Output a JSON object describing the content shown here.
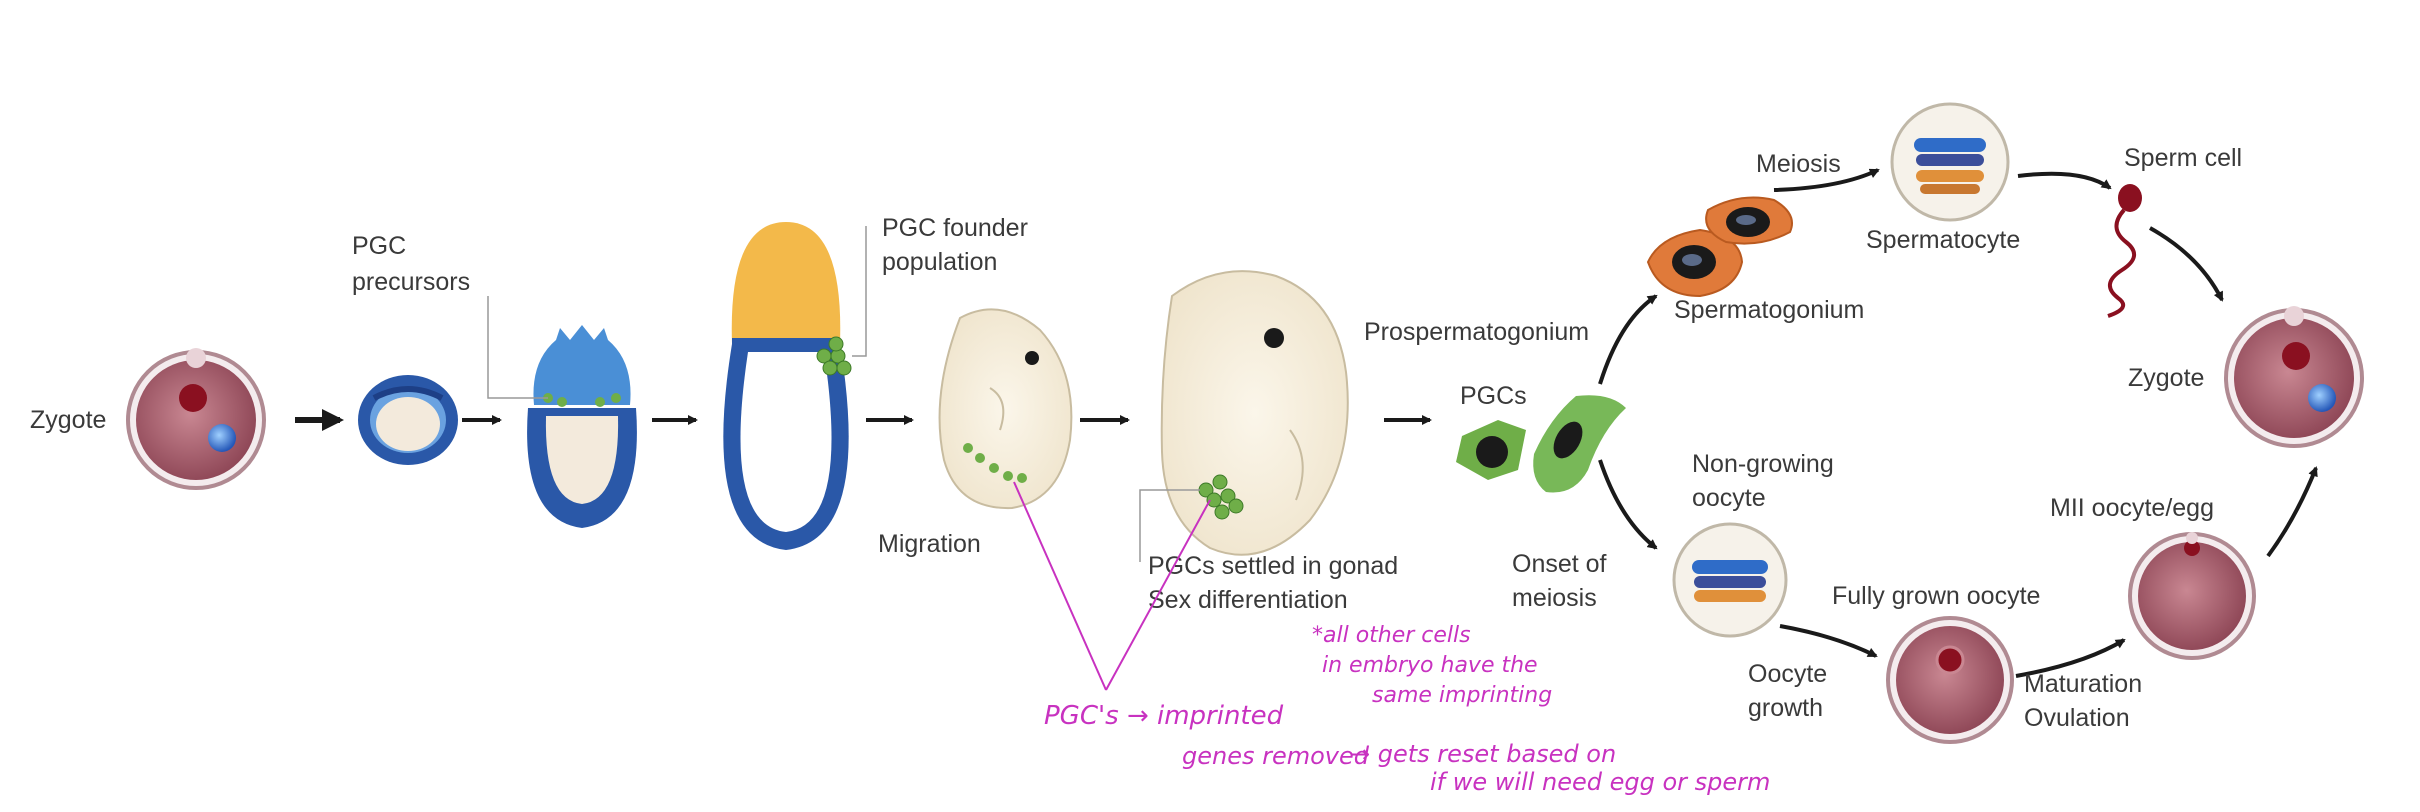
{
  "labels": {
    "zygote_left": "Zygote",
    "pgc_precursors_1": "PGC",
    "pgc_precursors_2": "precursors",
    "pgc_founder_1": "PGC founder",
    "pgc_founder_2": "population",
    "migration": "Migration",
    "pgcs_settled": "PGCs settled in gonad",
    "sex_diff": "Sex differentiation",
    "prospermatogonium": "Prospermatogonium",
    "pgcs": "PGCs",
    "spermatogonium": "Spermatogonium",
    "meiosis": "Meiosis",
    "spermatocyte": "Spermatocyte",
    "sperm_cell": "Sperm cell",
    "zygote_right": "Zygote",
    "non_growing_1": "Non-growing",
    "non_growing_2": "oocyte",
    "onset_1": "Onset of",
    "onset_2": "meiosis",
    "oocyte_growth_1": "Oocyte",
    "oocyte_growth_2": "growth",
    "fully_grown": "Fully grown oocyte",
    "mii_oocyte": "MII oocyte/egg",
    "maturation": "Maturation",
    "ovulation": "Ovulation"
  },
  "annotations": {
    "note_1": "*all other cells",
    "note_2": "in embryo have the",
    "note_3": "same imprinting",
    "pgc_note_1": "PGC's → imprinted",
    "pgc_note_2": "genes removed",
    "reset_1": "→ gets reset based on",
    "reset_2": "if we will need egg or sperm"
  },
  "colors": {
    "cell_membrane": "#b08a92",
    "cell_cytoplasm": "#a8606e",
    "nucleus_red": "#8a1020",
    "nucleus_blue": "#2f6cc8",
    "embryo_blue": "#2a58a8",
    "yolk_orange": "#f3b94a",
    "pgc_green": "#6fae48",
    "spermatogonium_orange": "#e07a3a",
    "annotation_magenta": "#c832c0",
    "arrow": "#1a1a1a"
  }
}
